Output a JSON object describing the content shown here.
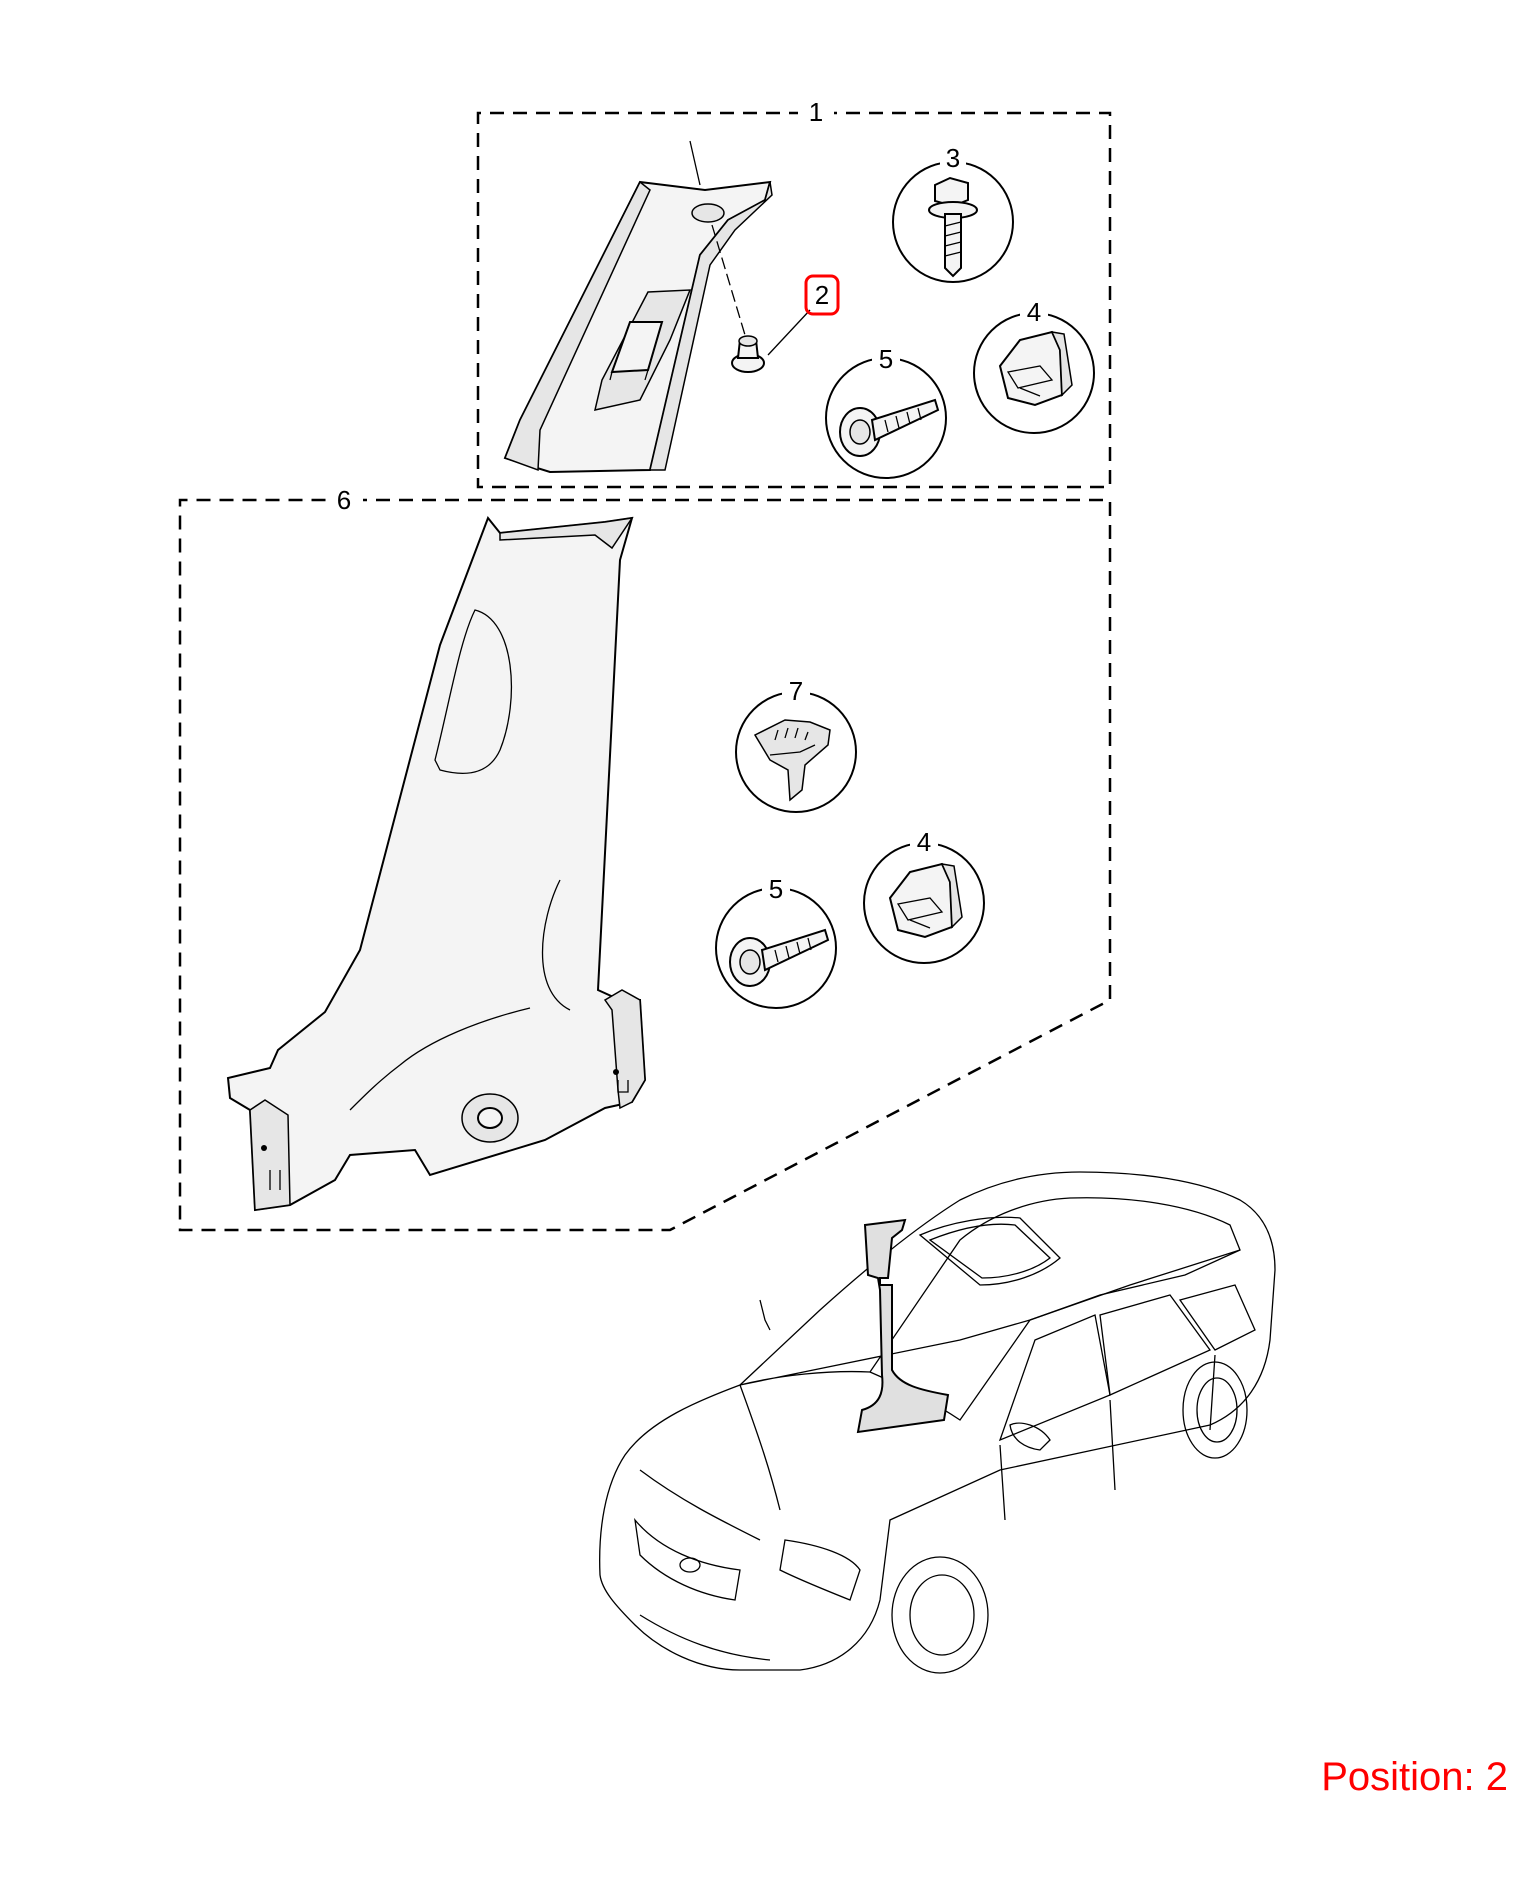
{
  "callouts": {
    "c1": "1",
    "c2": "2",
    "c3": "3",
    "c4a": "4",
    "c5a": "5",
    "c6": "6",
    "c7": "7",
    "c4b": "4",
    "c5b": "5"
  },
  "position_label": "Position: 2",
  "colors": {
    "highlight": "#ff0000",
    "line": "#000000"
  }
}
